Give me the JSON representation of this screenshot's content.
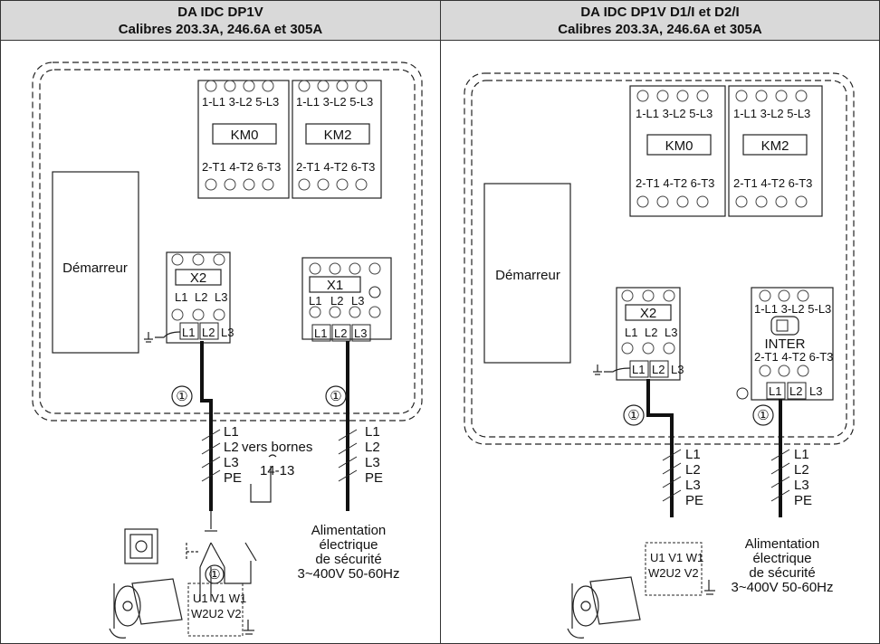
{
  "left": {
    "title": "DA IDC DP1V",
    "subtitle": "Calibres 203.3A, 246.6A et 305A",
    "starter": "Démarreur",
    "contactor1": {
      "name": "KM0",
      "top": "1-L1 3-L2 5-L3",
      "bottom": "2-T1 4-T2 6-T3"
    },
    "contactor2": {
      "name": "KM2",
      "top": "1-L1 3-L2 5-L3",
      "bottom": "2-T1 4-T2 6-T3"
    },
    "terminal_x2": {
      "name": "X2",
      "l1": "L1",
      "l2": "L2",
      "l3": "L3"
    },
    "terminal_x1": {
      "name": "X1",
      "l1": "L1",
      "l2": "L2",
      "l3": "L3"
    },
    "cable_marker": "①",
    "cable_labels": [
      "L1",
      "L2",
      "L3",
      "PE"
    ],
    "vers_bornes": "vers bornes",
    "bornes_num": "14-13",
    "supply": [
      "Alimentation",
      "électrique",
      "de sécurité",
      "3~400V 50-60Hz"
    ],
    "motor_top": "U1 V1 W1",
    "motor_bottom": "W2U2 V2"
  },
  "right": {
    "title": "DA IDC DP1V D1/I et D2/I",
    "subtitle": "Calibres 203.3A, 246.6A et 305A",
    "starter": "Démarreur",
    "contactor1": {
      "name": "KM0",
      "top": "1-L1 3-L2 5-L3",
      "bottom": "2-T1 4-T2 6-T3"
    },
    "contactor2": {
      "name": "KM2",
      "top": "1-L1 3-L2 5-L3",
      "bottom": "2-T1 4-T2 6-T3"
    },
    "terminal_x2": {
      "name": "X2",
      "l1": "L1",
      "l2": "L2",
      "l3": "L3"
    },
    "inter": {
      "name": "INTER",
      "top": "1-L1 3-L2 5-L3",
      "bottom": "2-T1 4-T2 6-T3",
      "l1": "L1",
      "l2": "L2",
      "l3": "L3"
    },
    "cable_marker": "①",
    "cable_labels": [
      "L1",
      "L2",
      "L3",
      "PE"
    ],
    "supply": [
      "Alimentation",
      "électrique",
      "de sécurité",
      "3~400V 50-60Hz"
    ],
    "motor_top": "U1 V1 W1",
    "motor_bottom": "W2U2 V2"
  }
}
